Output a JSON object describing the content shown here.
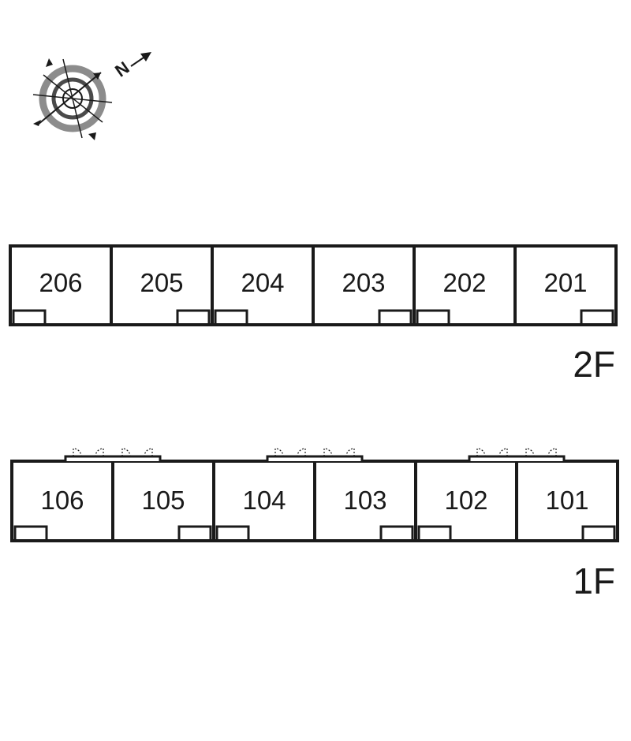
{
  "compass": {
    "north_letter": "N",
    "icon": "north-compass-icon"
  },
  "floors": [
    {
      "label": "2F",
      "units": [
        "206",
        "205",
        "204",
        "203",
        "202",
        "201"
      ]
    },
    {
      "label": "1F",
      "units": [
        "106",
        "105",
        "104",
        "103",
        "102",
        "101"
      ]
    }
  ],
  "colors": {
    "line": "#1a1a1a",
    "ring_outer": "#8c8c8c",
    "ring_inner": "#4a4a4a",
    "background": "#ffffff"
  }
}
